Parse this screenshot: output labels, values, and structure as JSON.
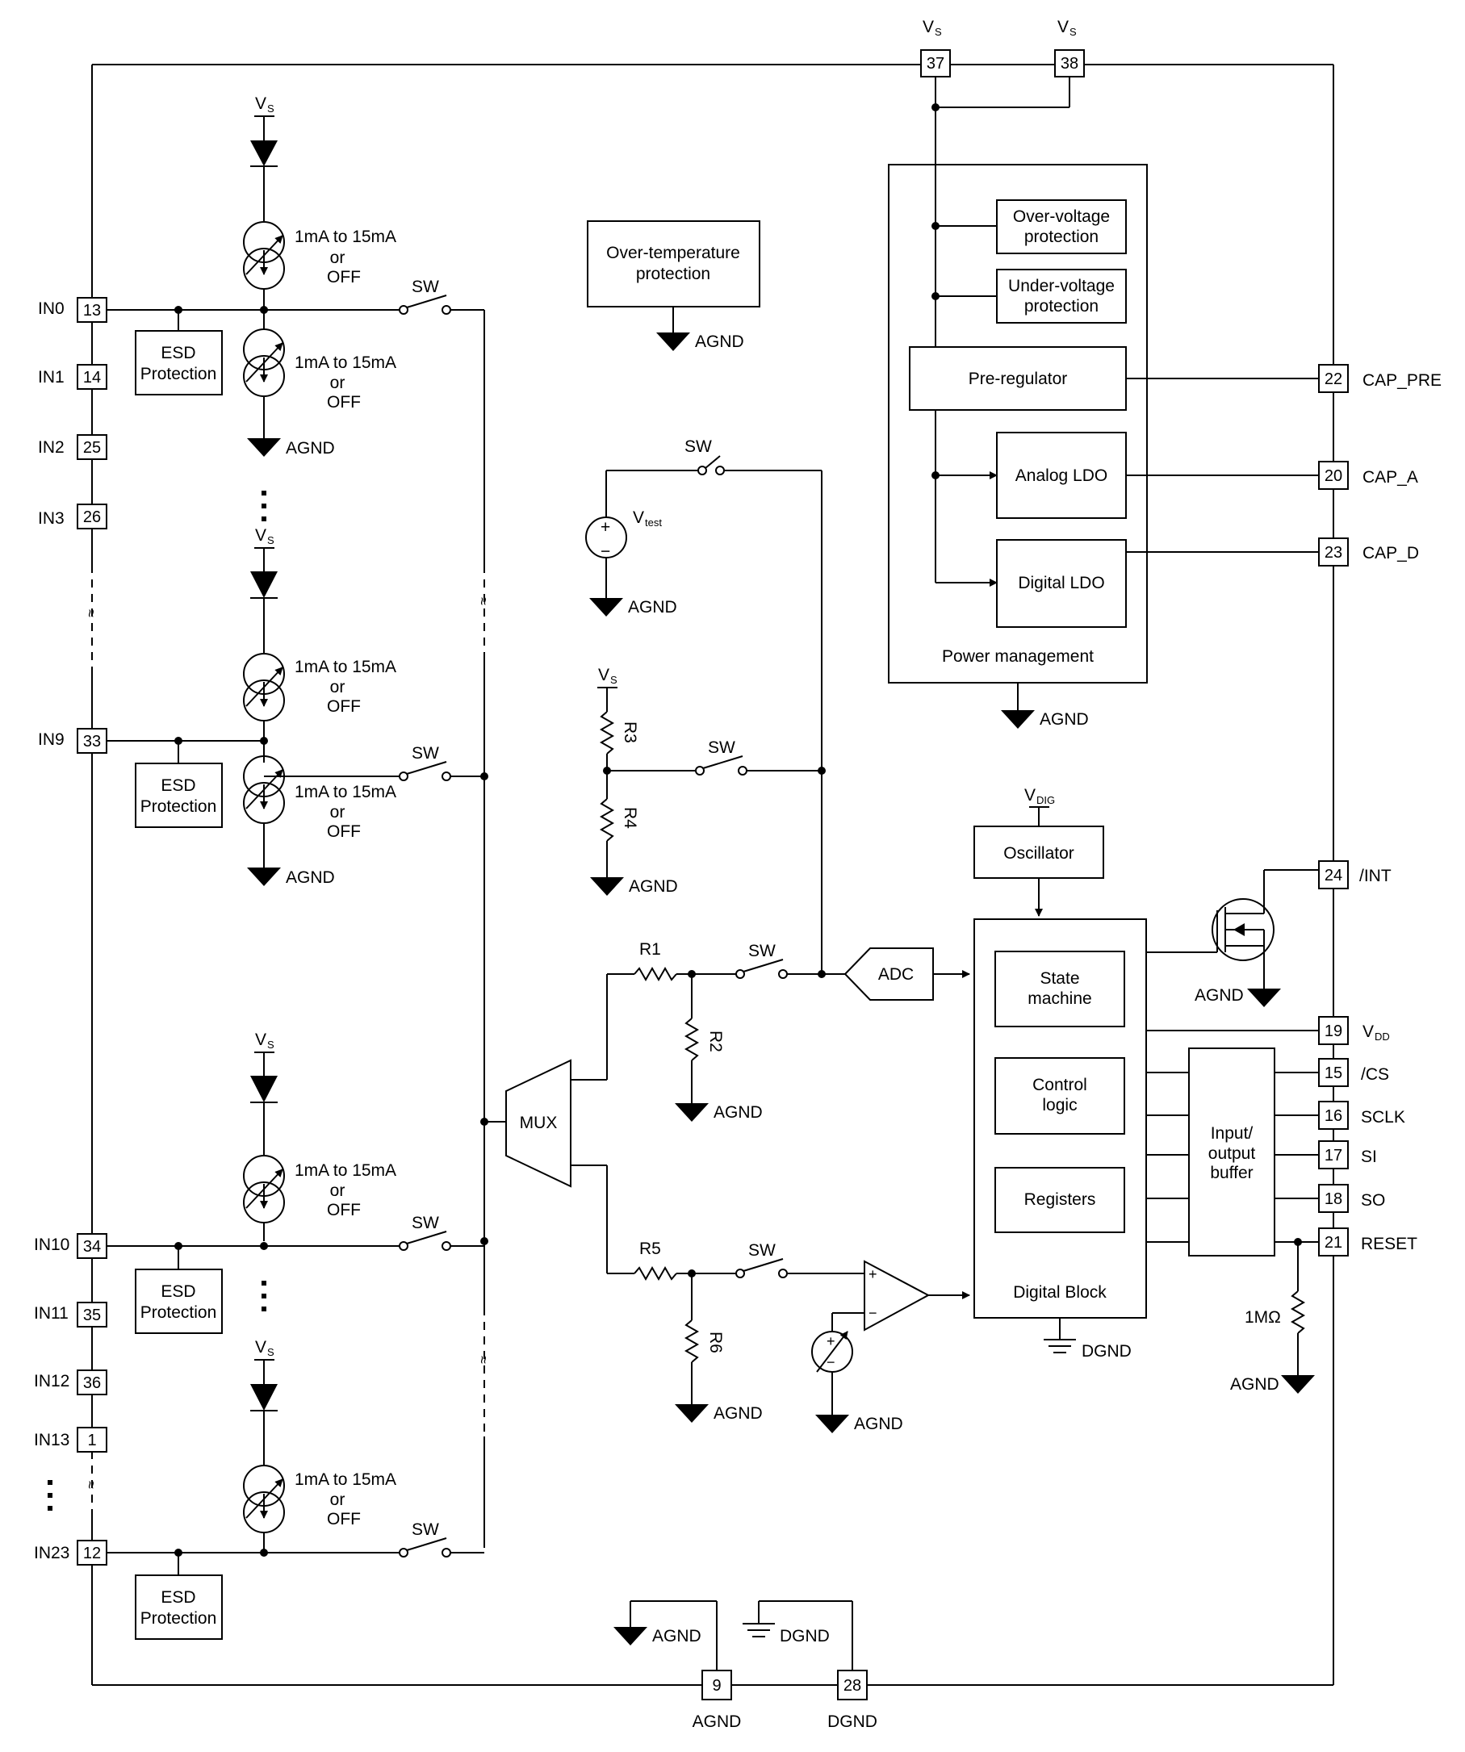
{
  "labels": {
    "vs": "V",
    "vs_sub": "S",
    "vtest": "V",
    "vtest_sub": "test",
    "vdig": "V",
    "vdig_sub": "DIG",
    "vdd": "V",
    "vdd_sub": "DD",
    "agnd": "AGND",
    "dgnd": "DGND",
    "sw": "SW",
    "src_line1": "1mA to 15mA",
    "src_line2": "or",
    "src_line3": "OFF",
    "esd_line1": "ESD",
    "esd_line2": "Protection",
    "mux": "MUX",
    "adc": "ADC",
    "one_meg": "1MΩ",
    "plus": "+",
    "minus": "−"
  },
  "left_pins": [
    {
      "name": "IN0",
      "num": "13"
    },
    {
      "name": "IN1",
      "num": "14"
    },
    {
      "name": "IN2",
      "num": "25"
    },
    {
      "name": "IN3",
      "num": "26"
    },
    {
      "name": "IN9",
      "num": "33"
    },
    {
      "name": "IN10",
      "num": "34"
    },
    {
      "name": "IN11",
      "num": "35"
    },
    {
      "name": "IN12",
      "num": "36"
    },
    {
      "name": "IN13",
      "num": "1"
    },
    {
      "name": "IN23",
      "num": "12"
    }
  ],
  "top_pins": [
    {
      "num": "37"
    },
    {
      "num": "38"
    }
  ],
  "right_pins": [
    {
      "name": "CAP_PRE",
      "num": "22"
    },
    {
      "name": "CAP_A",
      "num": "20"
    },
    {
      "name": "CAP_D",
      "num": "23"
    },
    {
      "name": "/INT",
      "num": "24"
    },
    {
      "name": "",
      "num": "19"
    },
    {
      "name": "/CS",
      "num": "15"
    },
    {
      "name": "SCLK",
      "num": "16"
    },
    {
      "name": "SI",
      "num": "17"
    },
    {
      "name": "SO",
      "num": "18"
    },
    {
      "name": "RESET",
      "num": "21"
    }
  ],
  "bottom_pins": [
    {
      "name": "AGND",
      "num": "9"
    },
    {
      "name": "DGND",
      "num": "28"
    }
  ],
  "blocks": {
    "over_temp_line1": "Over-temperature",
    "over_temp_line2": "protection",
    "over_volt_line1": "Over-voltage",
    "over_volt_line2": "protection",
    "under_volt_line1": "Under-voltage",
    "under_volt_line2": "protection",
    "pre_regulator": "Pre-regulator",
    "analog_ldo": "Analog LDO",
    "digital_ldo": "Digital LDO",
    "power_management": "Power management",
    "oscillator": "Oscillator",
    "state_machine_line1": "State",
    "state_machine_line2": "machine",
    "control_logic_line1": "Control",
    "control_logic_line2": "logic",
    "registers": "Registers",
    "digital_block": "Digital Block",
    "io_buffer_line1": "Input/",
    "io_buffer_line2": "output",
    "io_buffer_line3": "buffer"
  },
  "resistors": [
    "R1",
    "R2",
    "R3",
    "R4",
    "R5",
    "R6"
  ]
}
